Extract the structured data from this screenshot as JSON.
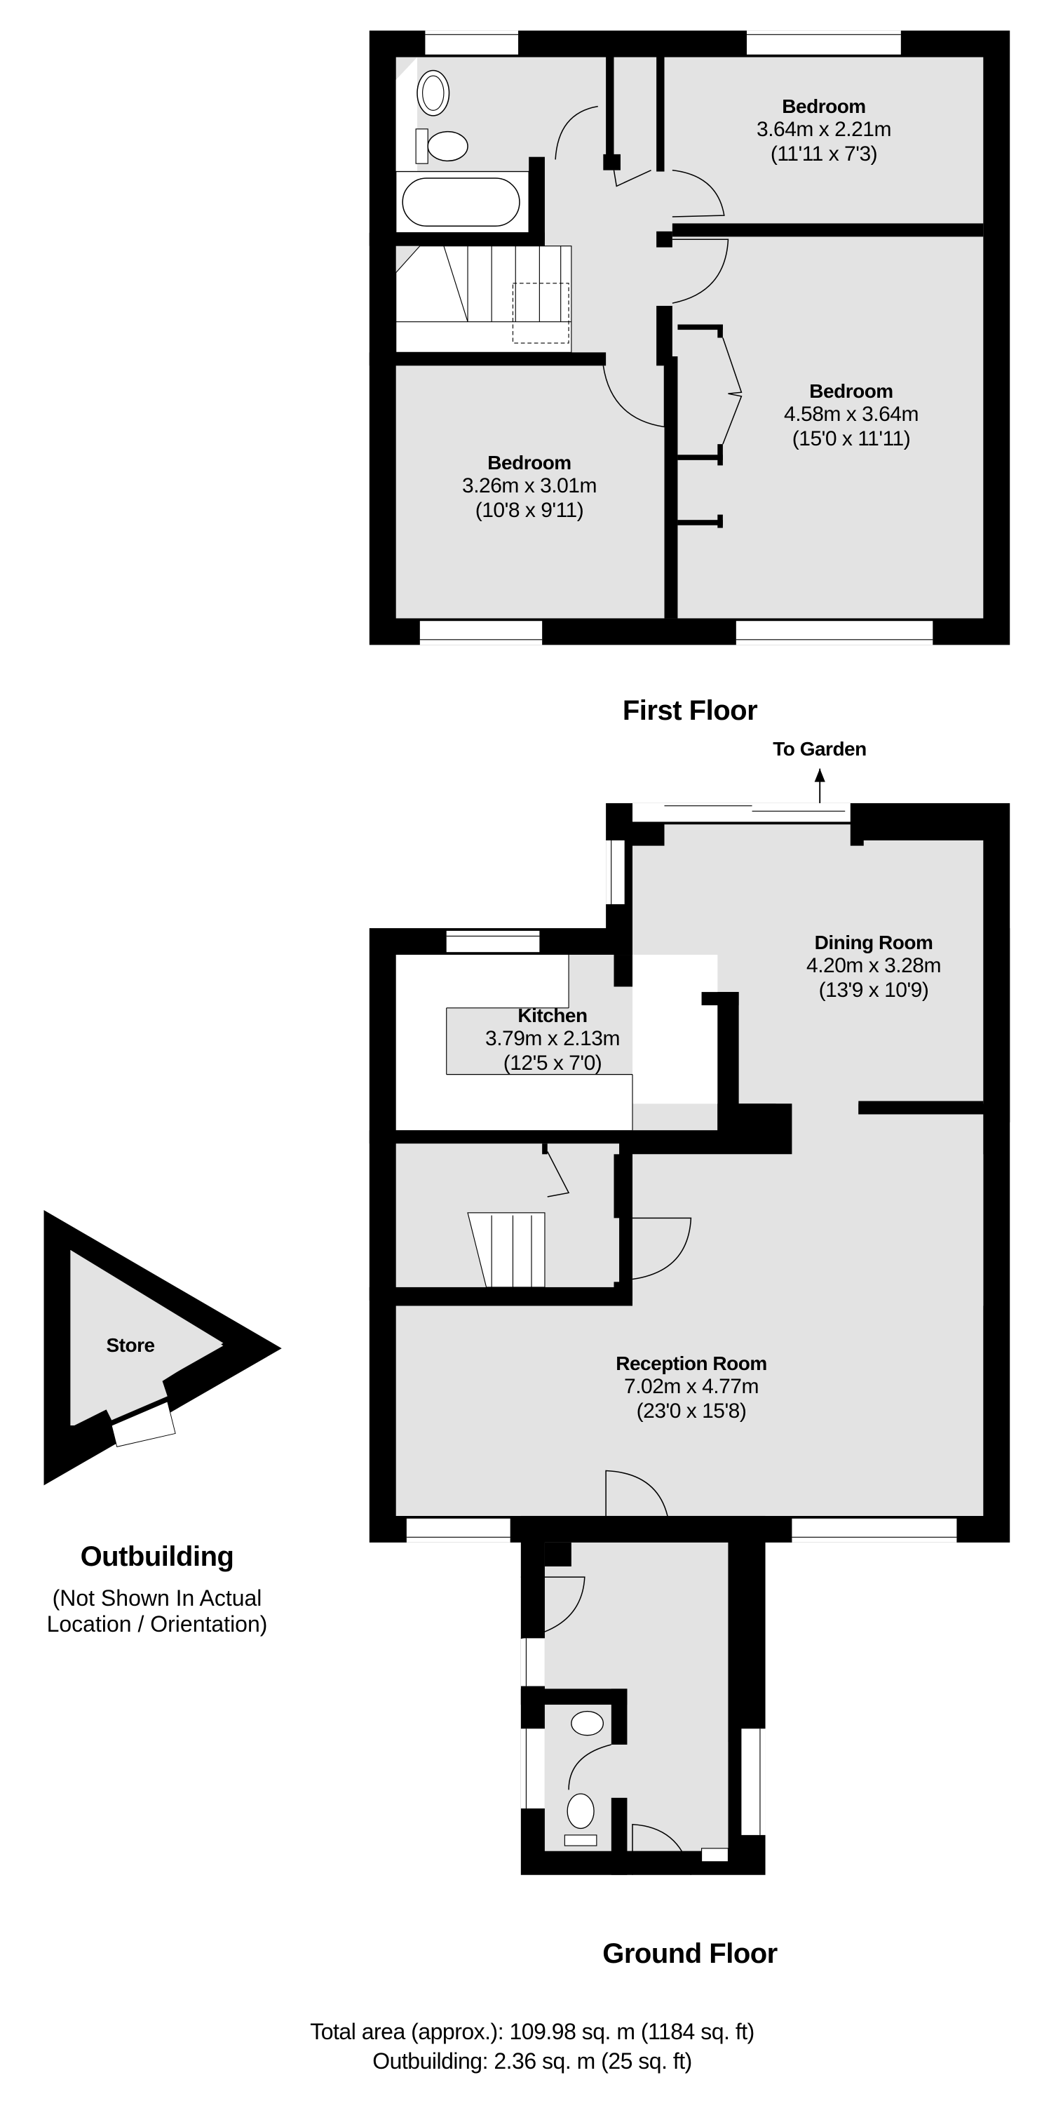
{
  "colors": {
    "wall": "#000000",
    "floor_fill": "#e3e3e3",
    "background": "#ffffff"
  },
  "first_floor": {
    "title": "First Floor",
    "rooms": [
      {
        "name": "Bedroom",
        "metric": "3.64m x 2.21m",
        "imperial": "(11'11 x 7'3)"
      },
      {
        "name": "Bedroom",
        "metric": "4.58m x 3.64m",
        "imperial": "(15'0 x 11'11)"
      },
      {
        "name": "Bedroom",
        "metric": "3.26m x 3.01m",
        "imperial": "(10'8 x 9'11)"
      }
    ]
  },
  "ground_floor": {
    "title": "Ground Floor",
    "to_garden": "To Garden",
    "rooms": [
      {
        "name": "Dining Room",
        "metric": "4.20m x 3.28m",
        "imperial": "(13'9 x 10'9)"
      },
      {
        "name": "Kitchen",
        "metric": "3.79m x 2.13m",
        "imperial": "(12'5 x 7'0)"
      },
      {
        "name": "Reception Room",
        "metric": "7.02m x 4.77m",
        "imperial": "(23'0 x 15'8)"
      }
    ]
  },
  "outbuilding": {
    "title": "Outbuilding",
    "note_line1": "(Not Shown In Actual",
    "note_line2": "Location / Orientation)",
    "rooms": [
      {
        "name": "Store"
      }
    ]
  },
  "footer": {
    "total_area": "Total area (approx.): 109.98 sq. m (1184 sq. ft)",
    "outbuilding_area": "Outbuilding: 2.36 sq. m (25 sq. ft)"
  }
}
